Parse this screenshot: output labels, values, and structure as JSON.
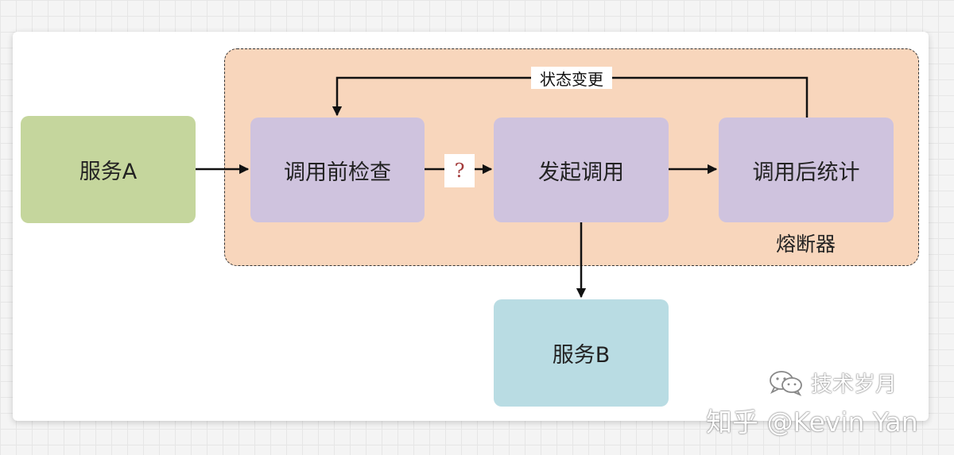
{
  "diagram": {
    "service_a": "服务A",
    "service_b": "服务B",
    "pre_check": "调用前检查",
    "invoke": "发起调用",
    "post_stats": "调用后统计",
    "breaker_label": "熔断器",
    "state_change": "状态变更",
    "question_mark": "?"
  },
  "watermark": {
    "account": "技术岁月",
    "brand": "知乎 @Kevin Yan"
  },
  "colors": {
    "service_a": "#c5d69d",
    "stages": "#cfc3de",
    "service_b": "#b9dce3",
    "breaker_bg": "#f8d6bc"
  }
}
